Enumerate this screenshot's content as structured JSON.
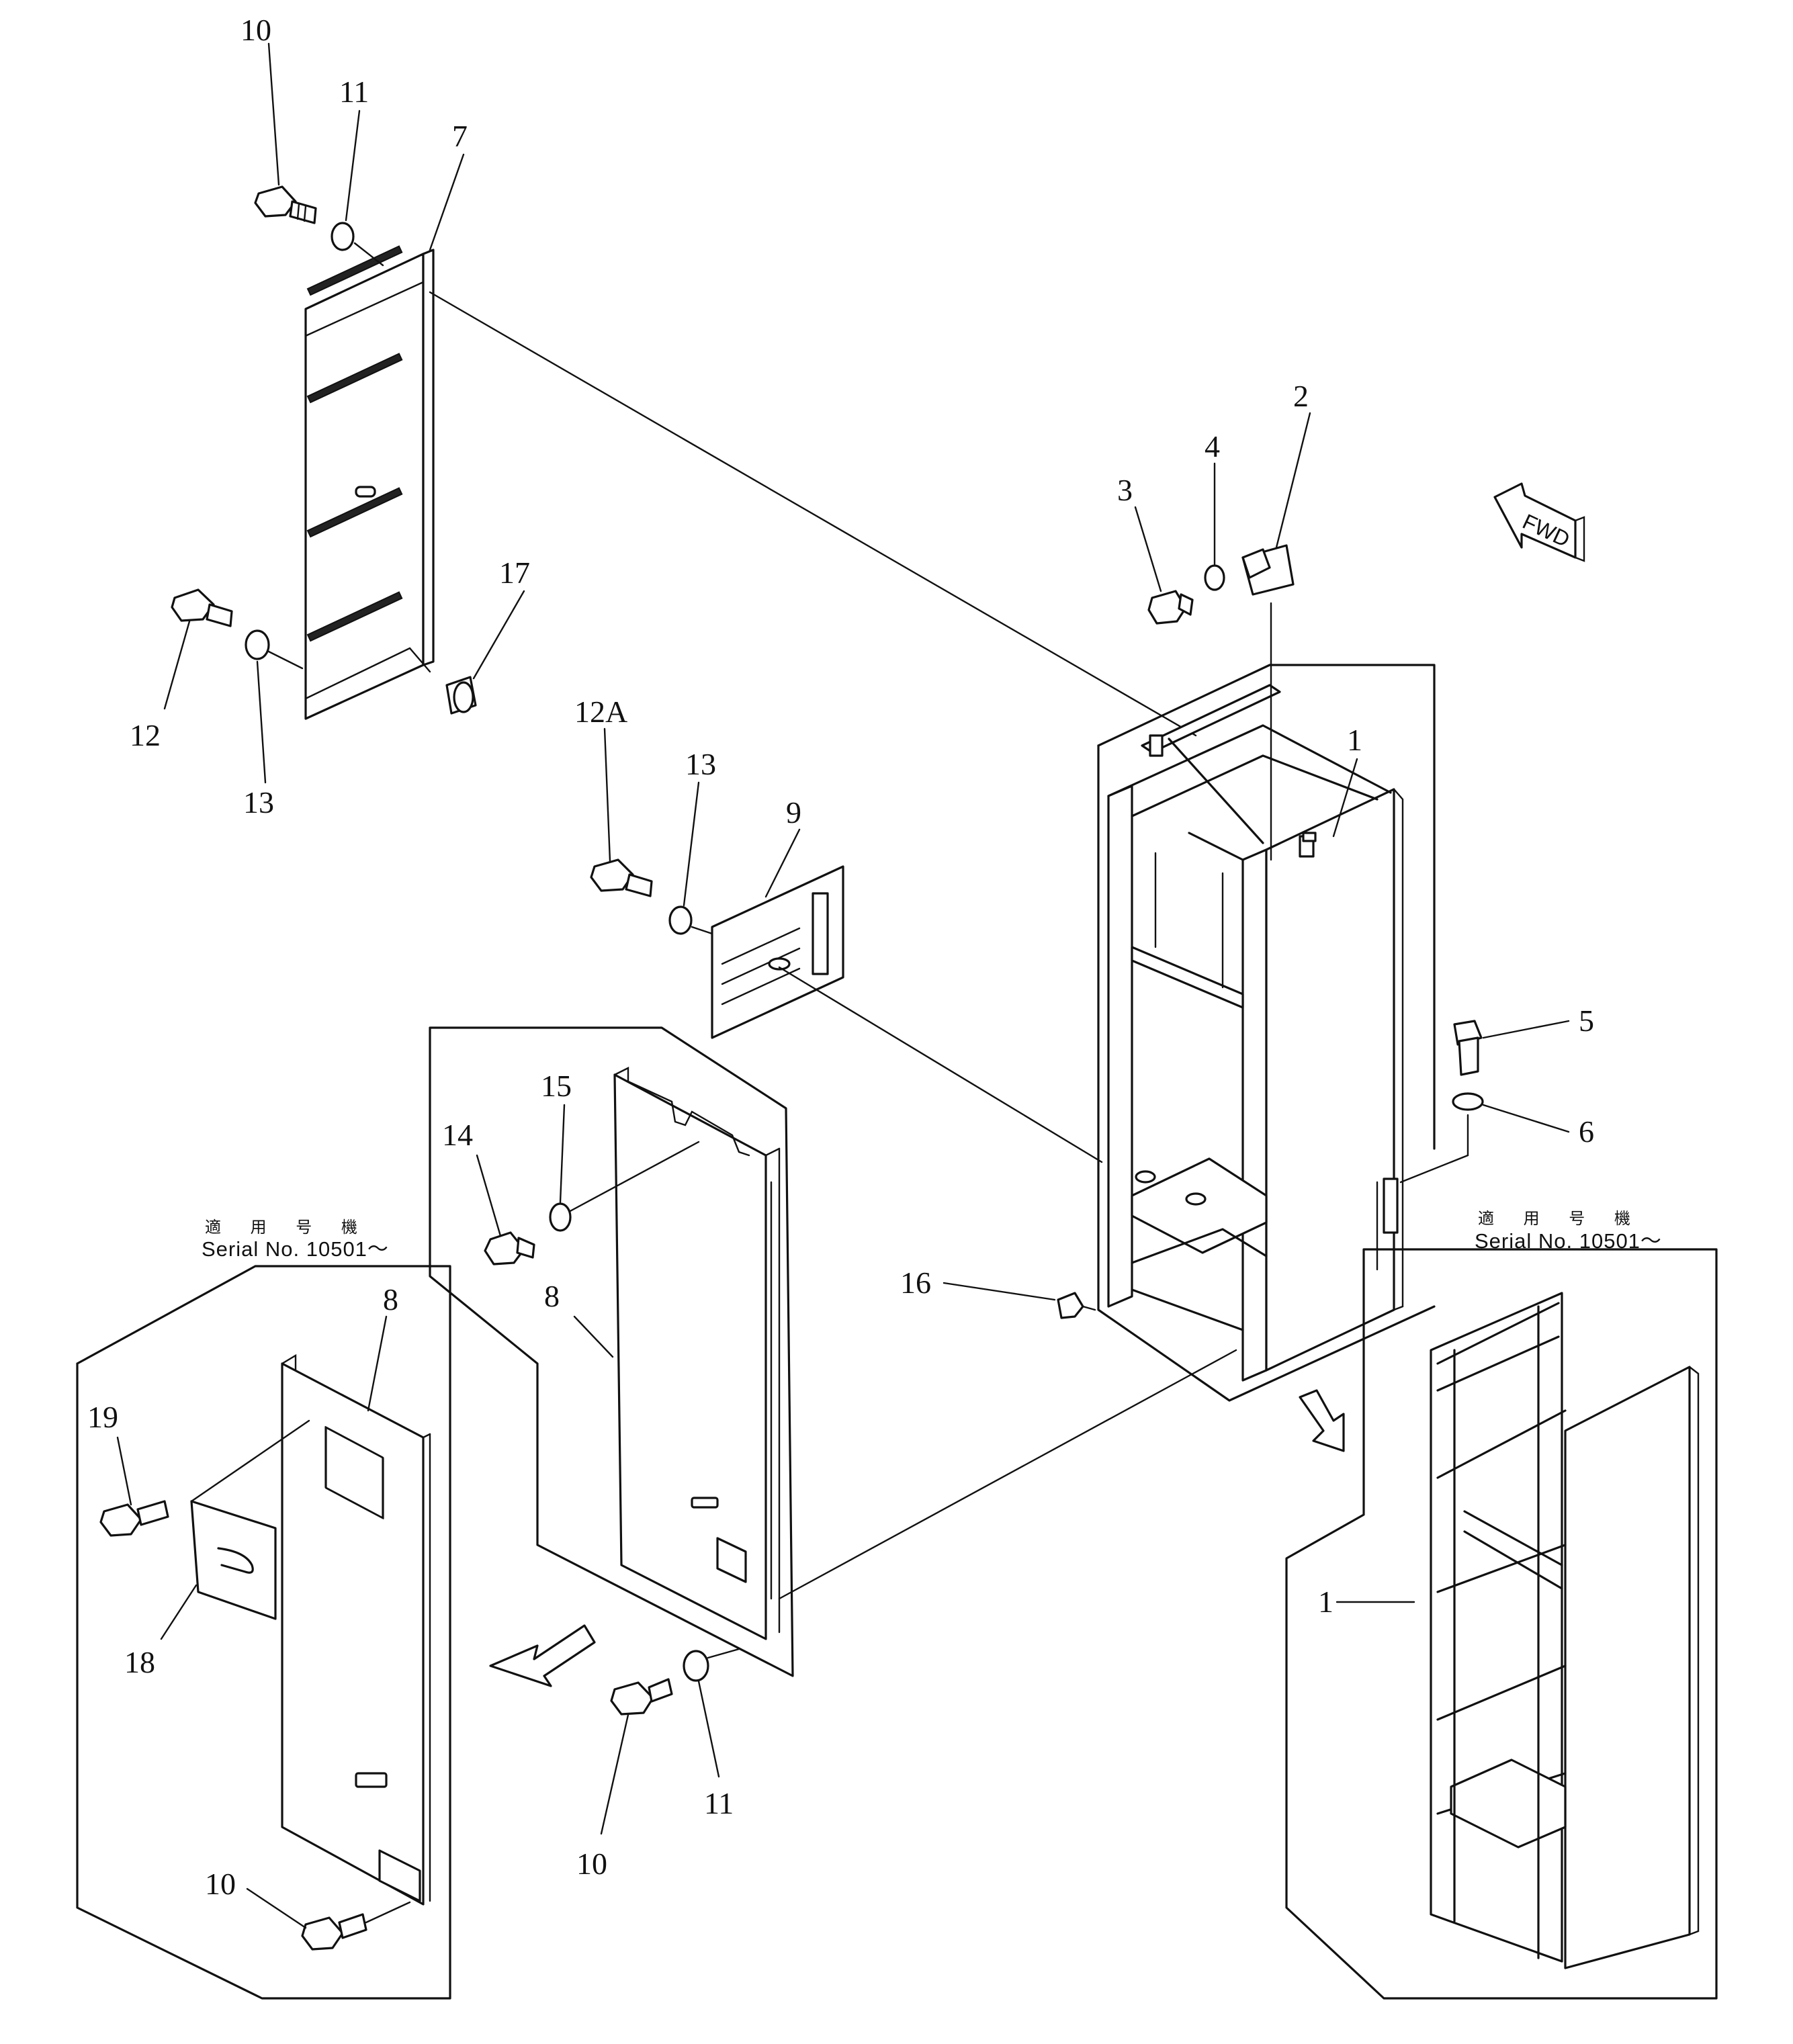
{
  "figure": {
    "direction_label": "FWD",
    "notes": [
      {
        "id": "left",
        "jp": "適 用 号 機",
        "text": "Serial No. 10501～"
      },
      {
        "id": "right",
        "jp": "適 用 号 機",
        "text": "Serial No. 10501～"
      }
    ],
    "callouts": [
      {
        "id": "c10a",
        "text": "10"
      },
      {
        "id": "c11a",
        "text": "11"
      },
      {
        "id": "c7",
        "text": "7"
      },
      {
        "id": "c12",
        "text": "12"
      },
      {
        "id": "c13a",
        "text": "13"
      },
      {
        "id": "c17",
        "text": "17"
      },
      {
        "id": "c12A",
        "text": "12A"
      },
      {
        "id": "c13b",
        "text": "13"
      },
      {
        "id": "c9",
        "text": "9"
      },
      {
        "id": "c3",
        "text": "3"
      },
      {
        "id": "c4",
        "text": "4"
      },
      {
        "id": "c2",
        "text": "2"
      },
      {
        "id": "c1a",
        "text": "1"
      },
      {
        "id": "c5",
        "text": "5"
      },
      {
        "id": "c6",
        "text": "6"
      },
      {
        "id": "c16",
        "text": "16"
      },
      {
        "id": "c15",
        "text": "15"
      },
      {
        "id": "c14",
        "text": "14"
      },
      {
        "id": "c8a",
        "text": "8"
      },
      {
        "id": "c8b",
        "text": "8"
      },
      {
        "id": "c19",
        "text": "19"
      },
      {
        "id": "c18",
        "text": "18"
      },
      {
        "id": "c10b",
        "text": "10"
      },
      {
        "id": "c11b",
        "text": "11"
      },
      {
        "id": "c10c",
        "text": "10"
      },
      {
        "id": "c1b",
        "text": "1"
      }
    ]
  }
}
